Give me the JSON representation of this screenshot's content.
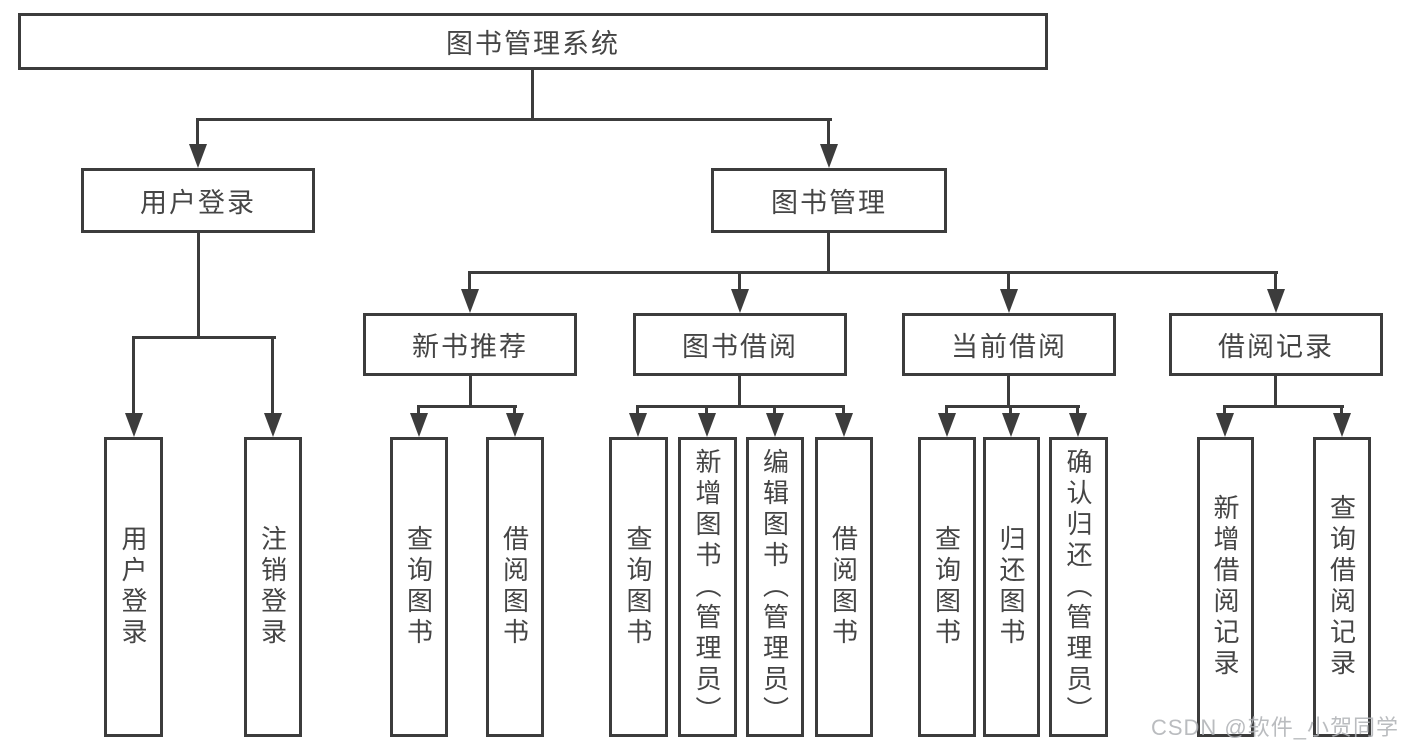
{
  "diagram": {
    "type": "tree",
    "title": "图书管理系统",
    "nodes": {
      "root": {
        "label": "图书管理系统"
      },
      "user_login": {
        "label": "用户登录"
      },
      "book_mgmt": {
        "label": "图书管理"
      },
      "new_book_rec": {
        "label": "新书推荐"
      },
      "book_borrow": {
        "label": "图书借阅"
      },
      "current_borrow": {
        "label": "当前借阅"
      },
      "borrow_record": {
        "label": "借阅记录"
      },
      "leaf_user_login": {
        "label": "用户登录"
      },
      "leaf_logout": {
        "label": "注销登录"
      },
      "leaf_query_book_1": {
        "label": "查询图书"
      },
      "leaf_borrow_book_1": {
        "label": "借阅图书"
      },
      "leaf_query_book_2": {
        "label": "查询图书"
      },
      "leaf_add_book": {
        "label": "新增图书（管理员）"
      },
      "leaf_edit_book": {
        "label": "编辑图书（管理员）"
      },
      "leaf_borrow_book_2": {
        "label": "借阅图书"
      },
      "leaf_query_book_3": {
        "label": "查询图书"
      },
      "leaf_return_book": {
        "label": "归还图书"
      },
      "leaf_confirm_return": {
        "label": "确认归还（管理员）"
      },
      "leaf_add_record": {
        "label": "新增借阅记录"
      },
      "leaf_query_record": {
        "label": "查询借阅记录"
      }
    },
    "edges": [
      [
        "root",
        "user_login"
      ],
      [
        "root",
        "book_mgmt"
      ],
      [
        "user_login",
        "leaf_user_login"
      ],
      [
        "user_login",
        "leaf_logout"
      ],
      [
        "book_mgmt",
        "new_book_rec"
      ],
      [
        "book_mgmt",
        "book_borrow"
      ],
      [
        "book_mgmt",
        "current_borrow"
      ],
      [
        "book_mgmt",
        "borrow_record"
      ],
      [
        "new_book_rec",
        "leaf_query_book_1"
      ],
      [
        "new_book_rec",
        "leaf_borrow_book_1"
      ],
      [
        "book_borrow",
        "leaf_query_book_2"
      ],
      [
        "book_borrow",
        "leaf_add_book"
      ],
      [
        "book_borrow",
        "leaf_edit_book"
      ],
      [
        "book_borrow",
        "leaf_borrow_book_2"
      ],
      [
        "current_borrow",
        "leaf_query_book_3"
      ],
      [
        "current_borrow",
        "leaf_return_book"
      ],
      [
        "current_borrow",
        "leaf_confirm_return"
      ],
      [
        "borrow_record",
        "leaf_add_record"
      ],
      [
        "borrow_record",
        "leaf_query_record"
      ]
    ]
  },
  "watermark": {
    "text": "CSDN @软件_小贺同学"
  },
  "colors": {
    "line": "#3c3c3c",
    "text": "#454545",
    "watermark": "#aeb1b5",
    "background": "#ffffff"
  }
}
